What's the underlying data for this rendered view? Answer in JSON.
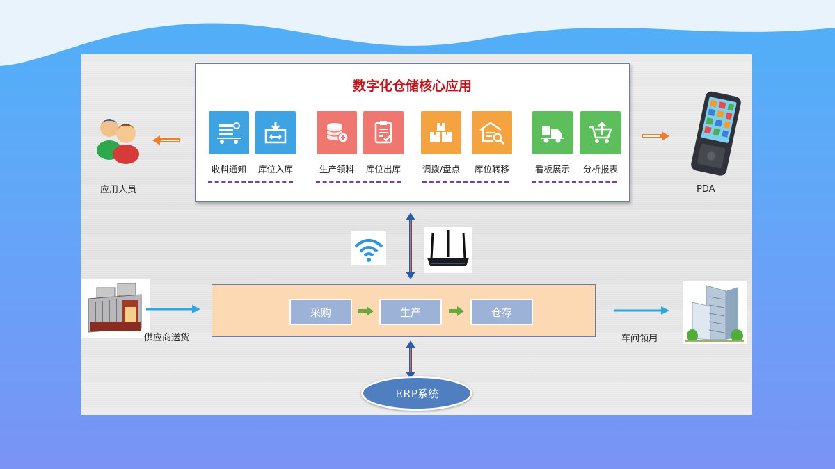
{
  "core": {
    "title": "数字化仓储核心应用",
    "modules": [
      {
        "label": "收料通知",
        "icon": "receiving-cart-icon",
        "color": "#3ea3e2"
      },
      {
        "label": "库位入库",
        "icon": "inbound-box-icon",
        "color": "#3ea3e2"
      },
      {
        "label": "生产领料",
        "icon": "database-stack-icon",
        "color": "#f0776f"
      },
      {
        "label": "库位出库",
        "icon": "clipboard-check-icon",
        "color": "#f0776f"
      },
      {
        "label": "调拨/盘点",
        "icon": "boxes-icon",
        "color": "#f5a341"
      },
      {
        "label": "库位转移",
        "icon": "warehouse-search-icon",
        "color": "#f5a341"
      },
      {
        "label": "看板展示",
        "icon": "forklift-truck-icon",
        "color": "#5dbf5c"
      },
      {
        "label": "分析报表",
        "icon": "upload-cart-icon",
        "color": "#5dbf5c"
      }
    ]
  },
  "users": {
    "label": "应用人员",
    "icon": "users-icon"
  },
  "pda": {
    "label": "PDA",
    "icon": "pda-device-icon"
  },
  "network": {
    "wifi_icon": "wifi-icon",
    "router_icon": "router-icon"
  },
  "erp_flow": {
    "steps": [
      "采购",
      "生产",
      "仓存"
    ],
    "supplier_label": "供应商送货",
    "workshop_label": "车间领用",
    "system_label": "ERP系统"
  },
  "colors": {
    "title_red": "#c0141c",
    "dash_purple": "#7a3ea0",
    "orange_arrow": "#ef7d2d",
    "blue_arrow": "#2ea6e6",
    "flow_bg": "#fdd9b3",
    "ellipse_blue": "#4f7fc0"
  }
}
